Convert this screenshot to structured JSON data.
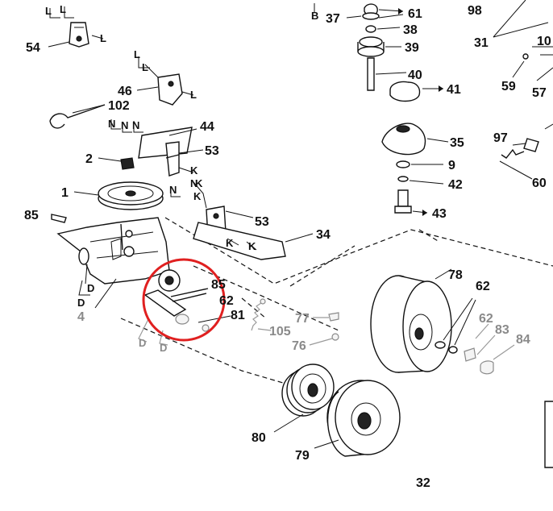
{
  "diagram": {
    "highlight_color": "#e02020",
    "line_color": "#111111",
    "faded_color": "#8a8a8a",
    "letters": {
      "L": "L",
      "B": "B",
      "N": "N",
      "K": "K",
      "D": "D"
    },
    "parts": {
      "p98": "98",
      "p31": "31",
      "p10": "10",
      "p59": "59",
      "p57": "57",
      "p37": "37",
      "p61": "61",
      "p38": "38",
      "p39": "39",
      "p40": "40",
      "p41": "41",
      "p35": "35",
      "p9": "9",
      "p42": "42",
      "p43": "43",
      "p97": "97",
      "p60": "60",
      "p54": "54",
      "p46": "46",
      "p102": "102",
      "p44": "44",
      "p53a": "53",
      "p53b": "53",
      "p2": "2",
      "p1": "1",
      "p85a": "85",
      "p85b": "85",
      "p34": "34",
      "p4": "4",
      "p62a": "62",
      "p62b": "62",
      "p62c": "62",
      "p81": "81",
      "p105": "105",
      "p77": "77",
      "p76": "76",
      "p78": "78",
      "p83": "83",
      "p84": "84",
      "p80": "80",
      "p79": "79",
      "p32": "32"
    }
  }
}
